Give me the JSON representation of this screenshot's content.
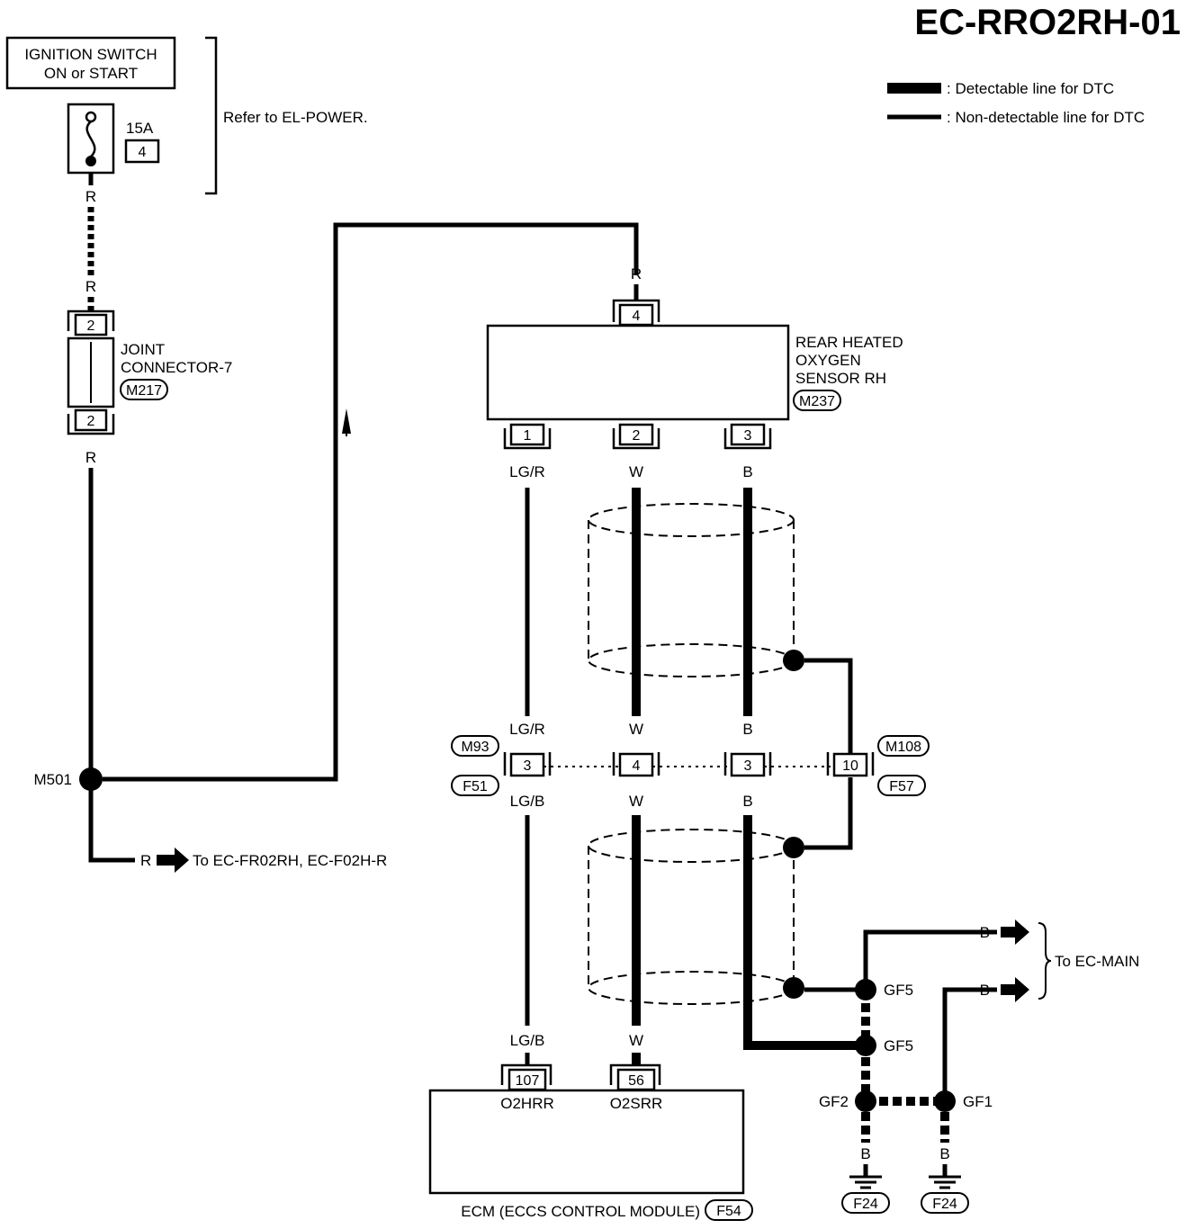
{
  "title": "EC-RRO2RH-01",
  "legend": {
    "detectable": ": Detectable line for DTC",
    "non_detectable": ": Non-detectable line for DTC"
  },
  "ignition_switch": {
    "line1": "IGNITION SWITCH",
    "line2": "ON or START"
  },
  "fuse": {
    "rating": "15A",
    "number": "4"
  },
  "refer_note": "Refer to EL-POWER.",
  "joint_connector": {
    "line1": "JOINT",
    "line2": "CONNECTOR-7",
    "connector_id": "M217",
    "pin_top": "2",
    "pin_bottom": "2"
  },
  "sensor": {
    "line1": "REAR HEATED",
    "line2": "OXYGEN",
    "line3": "SENSOR RH",
    "connector_id": "M237",
    "pin_top": "4",
    "pin_1": "1",
    "pin_2": "2",
    "pin_3": "3"
  },
  "wire_colors": {
    "r1": "R",
    "r2": "R",
    "r3": "R",
    "r_top": "R",
    "r_arrow": "R",
    "lgr1": "LG/R",
    "w1": "W",
    "b1": "B",
    "lgr2": "LG/R",
    "w2": "W",
    "b2": "B",
    "lgb1": "LG/B",
    "w3": "W",
    "b3": "B",
    "lgb2": "LG/B",
    "w4": "W",
    "b_main1": "B",
    "b_main2": "B",
    "b_gnd1": "B",
    "b_gnd2": "B"
  },
  "junction": {
    "m501": "M501"
  },
  "to_ec_fr": "To EC-FR02RH, EC-F02H-R",
  "mid_connectors": {
    "m93": "M93",
    "f51": "F51",
    "m108": "M108",
    "f57": "F57",
    "pin_lg": "3",
    "pin_w": "4",
    "pin_b": "3",
    "pin_shield": "10"
  },
  "to_ec_main": "To EC-MAIN",
  "grounds": {
    "gf5a": "GF5",
    "gf5b": "GF5",
    "gf2": "GF2",
    "gf1": "GF1",
    "f24a": "F24",
    "f24b": "F24"
  },
  "ecm": {
    "pin_107": "107",
    "pin_56": "56",
    "sig_1": "O2HRR",
    "sig_2": "O2SRR",
    "label": "ECM (ECCS CONTROL MODULE)",
    "connector_id": "F54"
  }
}
